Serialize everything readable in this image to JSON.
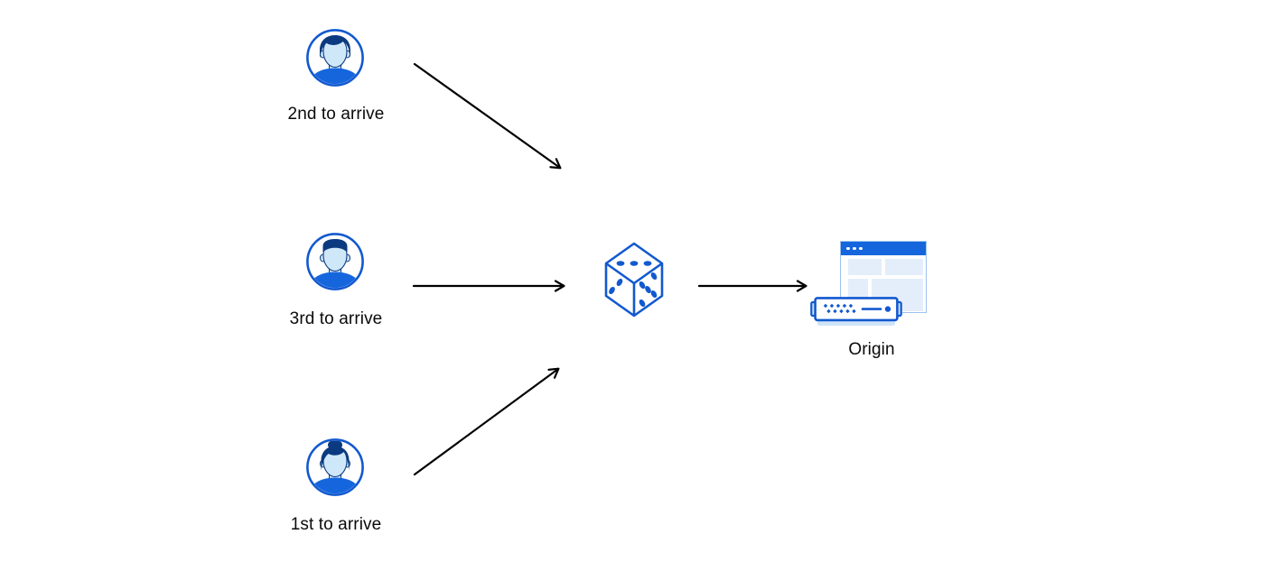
{
  "diagram": {
    "type": "flow",
    "description": "Three clients arriving in different order are routed through a random selection (dice) to a single origin server",
    "nodes": {
      "client_top": {
        "label": "2nd to arrive",
        "icon": "user-avatar-icon"
      },
      "client_middle": {
        "label": "3rd to arrive",
        "icon": "user-avatar-icon"
      },
      "client_bottom": {
        "label": "1st to arrive",
        "icon": "user-avatar-icon"
      },
      "randomizer": {
        "icon": "dice-icon",
        "dice_pips": {
          "top_face": 3,
          "left_face": 2,
          "right_face": 5
        }
      },
      "origin": {
        "label": "Origin",
        "icon": "origin-server-icon"
      }
    },
    "edges": [
      {
        "from": "client_top",
        "to": "randomizer"
      },
      {
        "from": "client_middle",
        "to": "randomizer"
      },
      {
        "from": "client_bottom",
        "to": "randomizer"
      },
      {
        "from": "randomizer",
        "to": "origin"
      }
    ]
  },
  "colors": {
    "accent_blue": "#1259cf",
    "brand_blue": "#1566dd",
    "dark_navy": "#0b3a80",
    "face_blue": "#cfe8f9",
    "pale_block_blue": "#e4eefa",
    "window_border_blue": "#9cc2ee",
    "server_base_blue": "#cfe4f7",
    "arrow_black": "#000000",
    "label_text": "#0a0a0a"
  }
}
